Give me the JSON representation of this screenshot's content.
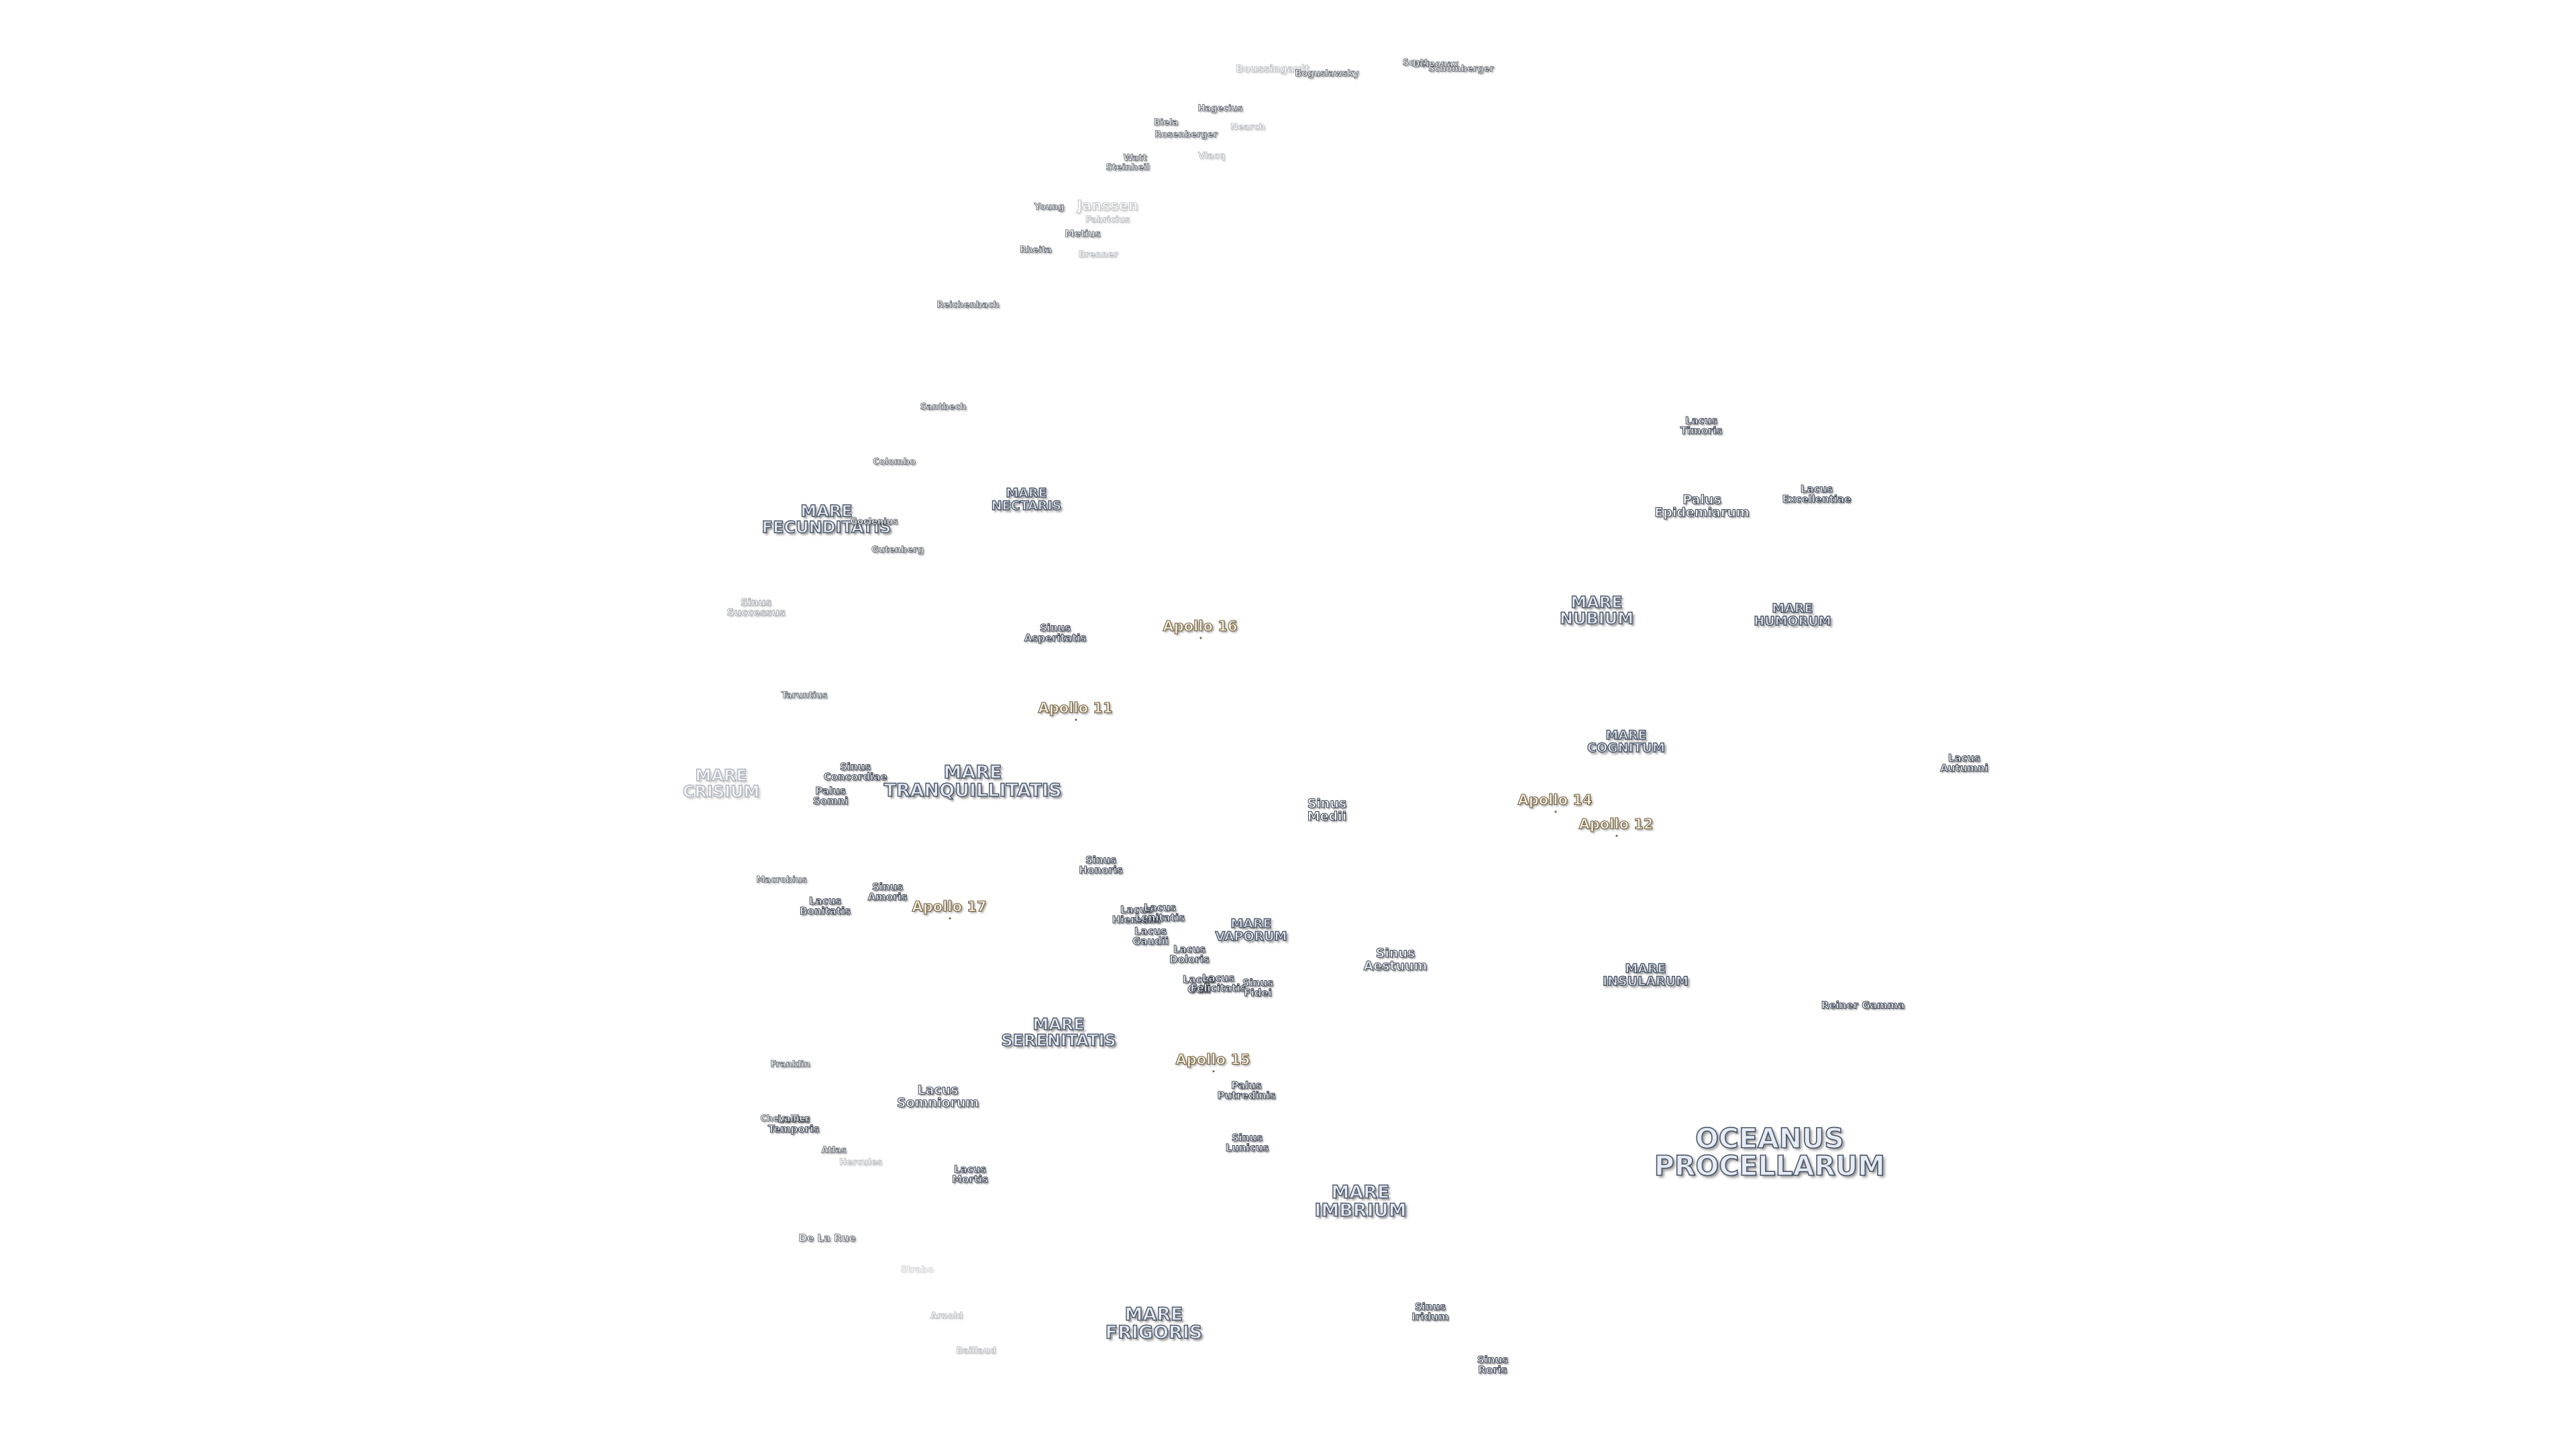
{
  "map": {
    "maria": [
      {
        "id": "mare-fecunditatis",
        "lines": [
          "MARE",
          "FECUNDITATIS"
        ]
      },
      {
        "id": "mare-nectaris",
        "lines": [
          "MARE",
          "NECTARIS"
        ]
      },
      {
        "id": "mare-crisium",
        "lines": [
          "MARE",
          "CRISIUM"
        ]
      },
      {
        "id": "mare-tranquillitatis",
        "lines": [
          "MARE",
          "TRANQUILLITATIS"
        ]
      },
      {
        "id": "mare-nubium",
        "lines": [
          "MARE",
          "NUBIUM"
        ]
      },
      {
        "id": "mare-humorum",
        "lines": [
          "MARE",
          "HUMORUM"
        ]
      },
      {
        "id": "mare-cognitum",
        "lines": [
          "MARE",
          "COGNITUM"
        ]
      },
      {
        "id": "mare-vaporum",
        "lines": [
          "MARE",
          "VAPORUM"
        ]
      },
      {
        "id": "mare-insularum",
        "lines": [
          "MARE",
          "INSULARUM"
        ]
      },
      {
        "id": "mare-serenitatis",
        "lines": [
          "MARE",
          "SERENITATIS"
        ]
      },
      {
        "id": "mare-imbrium",
        "lines": [
          "MARE",
          "IMBRIUM"
        ]
      },
      {
        "id": "mare-frigoris",
        "lines": [
          "MARE",
          "FRIGORIS"
        ]
      },
      {
        "id": "oceanus-procellarum",
        "lines": [
          "OCEANUS",
          "PROCELLARUM"
        ]
      }
    ],
    "features": [
      {
        "id": "lacus-timoris",
        "lines": [
          "Lacus",
          "Timoris"
        ]
      },
      {
        "id": "palus-epidemiarum",
        "lines": [
          "Palus",
          "Epidemiarum"
        ]
      },
      {
        "id": "lacus-excellentiae",
        "lines": [
          "Lacus",
          "Excellentiae"
        ]
      },
      {
        "id": "sinus-successus",
        "lines": [
          "Sinus",
          "Successus"
        ]
      },
      {
        "id": "sinus-asperitatis",
        "lines": [
          "Sinus",
          "Asperitatis"
        ]
      },
      {
        "id": "sinus-concordiae",
        "lines": [
          "Sinus",
          "Concordiae"
        ]
      },
      {
        "id": "palus-somni",
        "lines": [
          "Palus",
          "Somni"
        ]
      },
      {
        "id": "lacus-autumni",
        "lines": [
          "Lacus",
          "Autumni"
        ]
      },
      {
        "id": "sinus-medii",
        "lines": [
          "Sinus",
          "Medii"
        ]
      },
      {
        "id": "lacus-bonitatis",
        "lines": [
          "Lacus",
          "Bonitatis"
        ]
      },
      {
        "id": "sinus-amoris",
        "lines": [
          "Sinus",
          "Amoris"
        ]
      },
      {
        "id": "sinus-honoris",
        "lines": [
          "Sinus",
          "Honoris"
        ]
      },
      {
        "id": "lacus-hiemalis",
        "lines": [
          "Lacus",
          "Hiemalis"
        ]
      },
      {
        "id": "lacus-lenitatis",
        "lines": [
          "Lacus",
          "Lenitatis"
        ]
      },
      {
        "id": "lacus-gaudii",
        "lines": [
          "Lacus",
          "Gaudii"
        ]
      },
      {
        "id": "lacus-doloris",
        "lines": [
          "Lacus",
          "Doloris"
        ]
      },
      {
        "id": "sinus-aestuum",
        "lines": [
          "Sinus",
          "Aestuum"
        ]
      },
      {
        "id": "lacus-odii",
        "lines": [
          "Lacus",
          "Odii"
        ]
      },
      {
        "id": "lacus-felicitatis",
        "lines": [
          "Lacus",
          "Felicitatis"
        ]
      },
      {
        "id": "sinus-fidei",
        "lines": [
          "Sinus",
          "Fidei"
        ]
      },
      {
        "id": "lacus-somniorum",
        "lines": [
          "Lacus",
          "Somniorum"
        ]
      },
      {
        "id": "palus-putredinis",
        "lines": [
          "Palus",
          "Putredinis"
        ]
      },
      {
        "id": "sinus-lunicus",
        "lines": [
          "Sinus",
          "Lunicus"
        ]
      },
      {
        "id": "lacus-temporis",
        "lines": [
          "Lacus",
          "Temporis"
        ]
      },
      {
        "id": "lacus-mortis",
        "lines": [
          "Lacus",
          "Mortis"
        ]
      },
      {
        "id": "sinus-iridum",
        "lines": [
          "Sinus",
          "Iridum"
        ]
      },
      {
        "id": "sinus-roris",
        "lines": [
          "Sinus",
          "Roris"
        ]
      },
      {
        "id": "reiner-gamma",
        "lines": [
          "Reiner Gamma"
        ]
      }
    ],
    "craters": [
      {
        "id": "boussingault",
        "name": "Boussingault"
      },
      {
        "id": "boguslawsky",
        "name": "Boguslawsky"
      },
      {
        "id": "scott",
        "name": "Scott"
      },
      {
        "id": "demonax",
        "name": "Demonax"
      },
      {
        "id": "schomberger",
        "name": "Schomberger"
      },
      {
        "id": "hagecius",
        "name": "Hagecius"
      },
      {
        "id": "biela",
        "name": "Biela"
      },
      {
        "id": "rosenberger",
        "name": "Rosenberger"
      },
      {
        "id": "nearch",
        "name": "Nearch"
      },
      {
        "id": "vlacq",
        "name": "Vlacq"
      },
      {
        "id": "watt",
        "name": "Watt"
      },
      {
        "id": "steinheil",
        "name": "Steinheil"
      },
      {
        "id": "young",
        "name": "Young"
      },
      {
        "id": "janssen",
        "name": "Janssen"
      },
      {
        "id": "fabricius",
        "name": "Fabricius"
      },
      {
        "id": "metius",
        "name": "Metius"
      },
      {
        "id": "rheita",
        "name": "Rheita"
      },
      {
        "id": "brenner",
        "name": "Brenner"
      },
      {
        "id": "reichenbach",
        "name": "Reichenbach"
      },
      {
        "id": "santbech",
        "name": "Santbech"
      },
      {
        "id": "colombo",
        "name": "Colombo"
      },
      {
        "id": "goclenius",
        "name": "Goclenius"
      },
      {
        "id": "gutenberg",
        "name": "Gutenberg"
      },
      {
        "id": "taruntius",
        "name": "Taruntius"
      },
      {
        "id": "macrobius",
        "name": "Macrobius"
      },
      {
        "id": "franklin",
        "name": "Franklin"
      },
      {
        "id": "chevallier",
        "name": "Chevallier"
      },
      {
        "id": "atlas",
        "name": "Atlas"
      },
      {
        "id": "hercules",
        "name": "Hercules"
      },
      {
        "id": "de-la-rue",
        "name": "De La Rue"
      },
      {
        "id": "strabo",
        "name": "Strabo"
      },
      {
        "id": "arnold",
        "name": "Arnold"
      },
      {
        "id": "baillaud",
        "name": "Baillaud"
      }
    ],
    "apollo_sites": [
      {
        "id": "apollo-16",
        "name": "Apollo 16"
      },
      {
        "id": "apollo-11",
        "name": "Apollo 11"
      },
      {
        "id": "apollo-14",
        "name": "Apollo 14"
      },
      {
        "id": "apollo-12",
        "name": "Apollo 12"
      },
      {
        "id": "apollo-17",
        "name": "Apollo 17"
      },
      {
        "id": "apollo-15",
        "name": "Apollo 15"
      }
    ]
  }
}
